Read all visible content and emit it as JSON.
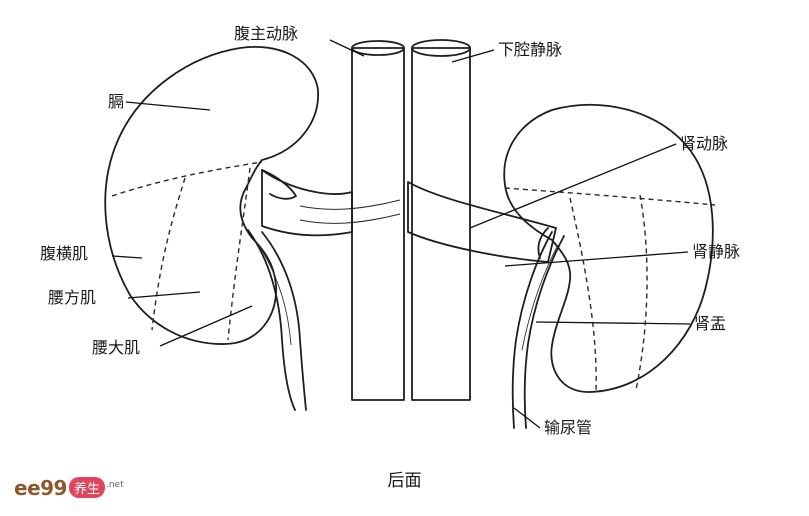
{
  "labels": {
    "abdominal_aorta": "腹主动脉",
    "inferior_vena_cava": "下腔静脉",
    "diaphragm": "膈",
    "renal_artery": "肾动脉",
    "transversus_abdominis": "腹横肌",
    "renal_vein": "肾静脉",
    "quadratus_lumborum": "腰方肌",
    "renal_pelvis": "肾盂",
    "psoas_major": "腰大肌",
    "ureter": "输尿管"
  },
  "caption": "后面",
  "watermark": {
    "site": "ee99",
    "badge": "养生",
    "tld": ".net"
  }
}
